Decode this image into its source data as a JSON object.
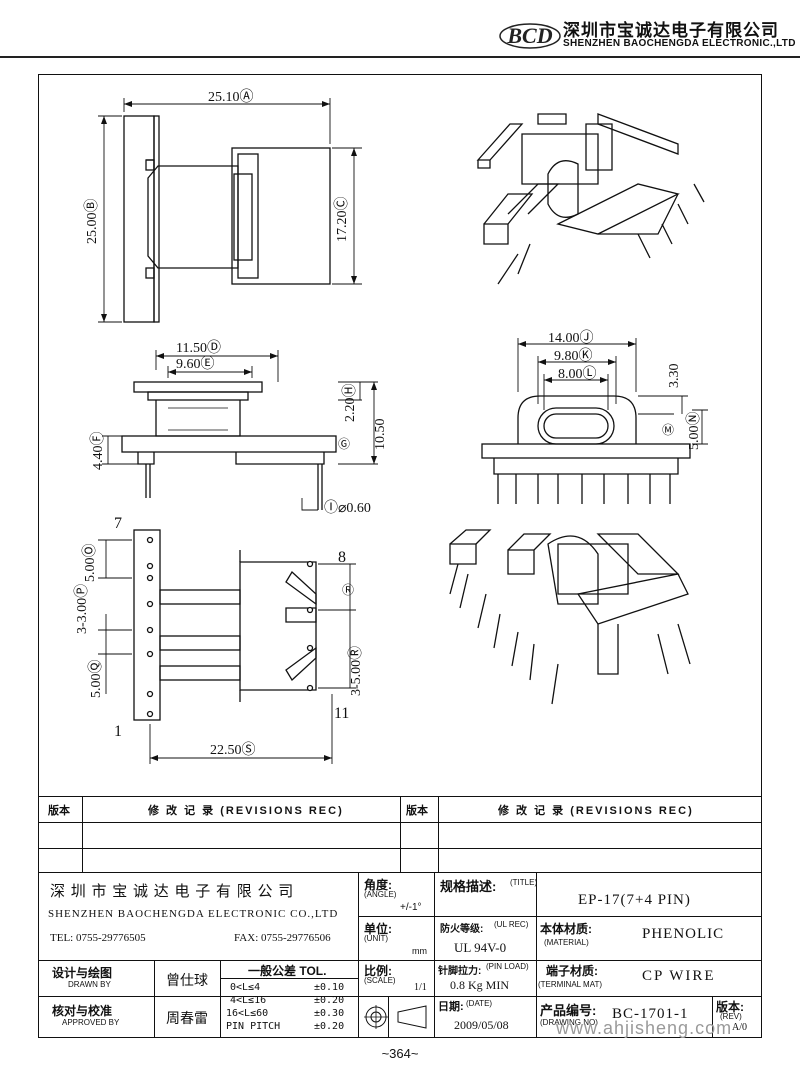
{
  "header": {
    "logo_text": "BCD",
    "company_cn": "深圳市宝诚达电子有限公司",
    "company_en": "SHENZHEN BAOCHENGDA ELECTRONIC.,LTD"
  },
  "drawing": {
    "dims": {
      "a": "25.10Ⓐ",
      "b": "25.00Ⓑ",
      "c": "17.20Ⓒ",
      "d": "11.50Ⓓ",
      "e": "9.60Ⓔ",
      "f": "4.40Ⓕ",
      "g": "Ⓖ",
      "h": "2.20Ⓗ",
      "i": "Ⓘ⌀0.60",
      "j": "14.00Ⓙ",
      "k": "9.80Ⓚ",
      "l": "8.00Ⓛ",
      "m": "Ⓜ",
      "n": "5.00Ⓝ",
      "m_val": "3.30",
      "g_val": "10.50",
      "o": "5.00Ⓞ",
      "p": "3-3.00Ⓟ",
      "q": "5.00Ⓠ",
      "r": "Ⓡ",
      "r2": "3-5.00Ⓡ",
      "s": "22.50Ⓢ"
    },
    "pins": {
      "p7": "7",
      "p1": "1",
      "p8": "8",
      "p11": "11"
    }
  },
  "title_block": {
    "rev_label": "版本",
    "rev_record": "修 改 记 录 (REVISIONS REC)",
    "company_cn": "深 圳 市 宝 诚 达 电 子 有 限 公 司",
    "company_en": "SHENZHEN BAOCHENGDA ELECTRONIC CO.,LTD",
    "tel": "TEL: 0755-29776505",
    "fax": "FAX: 0755-29776506",
    "angle_label": "角度:",
    "angle_en": "(ANGLE)",
    "angle_val": "+/-1°",
    "unit_label": "单位:",
    "unit_en": "(UNIT)",
    "unit_val": "mm",
    "title_label": "规格描述:",
    "title_en": "(TITLE)",
    "title_val": "EP-17(7+4 PIN)",
    "ul_label": "防火等级:",
    "ul_en": "(UL REC)",
    "ul_val": "UL 94V-0",
    "material_label": "本体材质:",
    "material_en": "(MATERIAL)",
    "material_val": "PHENOLIC",
    "scale_label": "比例:",
    "scale_en": "(SCALE)",
    "scale_val": "1/1",
    "pin_load_label": "针脚拉力:",
    "pin_load_en": "(PIN LOAD)",
    "pin_load_val": "0.8 Kg MIN",
    "terminal_label": "端子材质:",
    "terminal_en": "(TERMINAL MAT)",
    "terminal_val": "CP WIRE",
    "design_label": "设计与绘图",
    "design_en": "DRAWN BY",
    "design_val": "曾仕球",
    "approve_label": "核对与校准",
    "approve_en": "APPROVED BY",
    "approve_val": "周春雷",
    "tol_label": "一般公差 TOL.",
    "tol_rows": [
      {
        "range": "0<L≤4",
        "val": "±0.10"
      },
      {
        "range": "4<L≤16",
        "val": "±0.20"
      },
      {
        "range": "16<L≤60",
        "val": "±0.30"
      },
      {
        "range": "PIN PITCH",
        "val": "±0.20"
      }
    ],
    "date_label": "日期:",
    "date_en": "(DATE)",
    "date_val": "2009/05/08",
    "drawing_no_label": "产品编号:",
    "drawing_no_en": "(DRAWING NO)",
    "drawing_no_val": "BC-1701-1",
    "rev_no_label": "版本:",
    "rev_no_en": "(REV)",
    "rev_no_val": "A/0"
  },
  "page_number": "~364~",
  "watermark": "www.ahjisheng.com"
}
